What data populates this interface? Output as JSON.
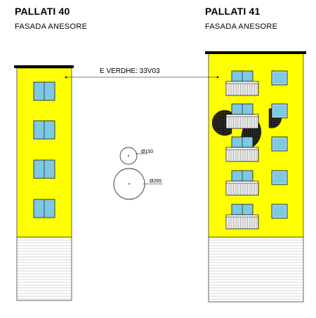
{
  "left_building": {
    "title": "PALLATI 40",
    "subtitle": "FASADA ANESORE"
  },
  "right_building": {
    "title": "PALLATI 41",
    "subtitle": "FASADA ANESORE"
  },
  "annotation": {
    "color_label": "E VERDHE: 33V03"
  },
  "legend": {
    "small_circle_label": "Ø150",
    "large_circle_label": "Ø265"
  },
  "colors": {
    "facade": "#ffff00",
    "window_glass": "#7ec8e3",
    "outline": "#000000",
    "base_lines": "#999999",
    "ornament": "#1a1a1a"
  }
}
